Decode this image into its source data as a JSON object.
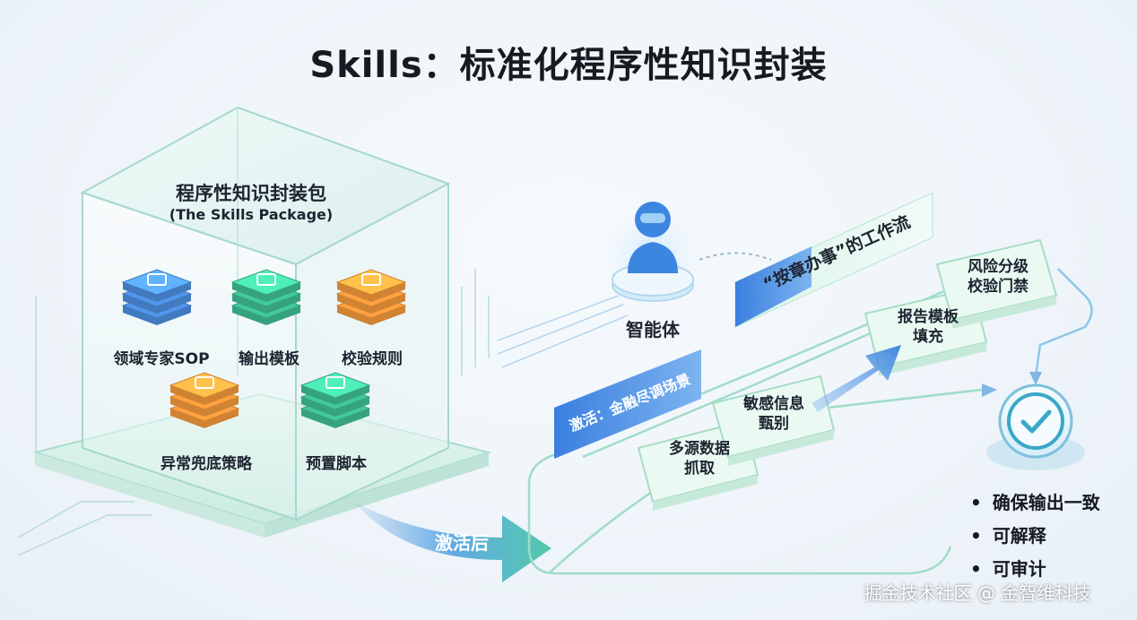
{
  "title": "Skills：标准化程序性知识封装",
  "package": {
    "title": "程序性知识封装包",
    "subtitle": "(The Skills Package)",
    "items": [
      {
        "label": "领域专家SOP",
        "color": "#4d8fe0"
      },
      {
        "label": "输出模板",
        "color": "#3fbf95"
      },
      {
        "label": "校验规则",
        "color": "#f59a3c"
      },
      {
        "label": "异常兜底策略",
        "color": "#f59a3c"
      },
      {
        "label": "预置脚本",
        "color": "#3fbf95"
      }
    ]
  },
  "activation_arrow": "激活后",
  "agent_label": "智能体",
  "scenario_banner": "激活：金融尽调场景",
  "workflow_banner": "“按章办事”的工作流",
  "steps": [
    {
      "line1": "多源数据",
      "line2": "抓取"
    },
    {
      "line1": "敏感信息",
      "line2": "甄别"
    },
    {
      "line1": "报告模板",
      "line2": "填充"
    },
    {
      "line1": "风险分级",
      "line2": "校验门禁"
    }
  ],
  "results": [
    "确保输出一致",
    "可解释",
    "可审计"
  ],
  "watermark": "掘金技术社区 @ 金智维科技",
  "colors": {
    "accent_blue": "#4a8fe0",
    "accent_green": "#3cc4a0",
    "check": "#3aa8c8"
  }
}
